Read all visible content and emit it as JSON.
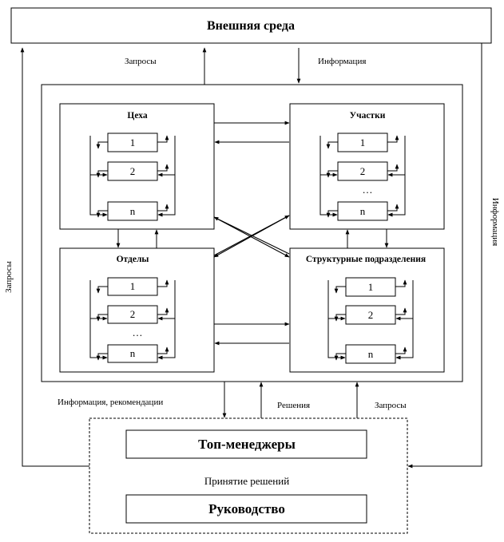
{
  "external": {
    "title": "Внешняя среда"
  },
  "flows": {
    "requests_up": "Запросы",
    "info_down": "Информация",
    "left_side": "Запросы",
    "right_side": "Информация",
    "info_reco": "Информация, рекомендации",
    "decisions": "Решения",
    "requests_bottom": "Запросы"
  },
  "units": {
    "shops": {
      "title": "Цеха",
      "items": [
        "1",
        "2",
        "n"
      ]
    },
    "sections": {
      "title": "Участки",
      "items": [
        "1",
        "2",
        "…",
        "n"
      ]
    },
    "departments": {
      "title": "Отделы",
      "items": [
        "1",
        "2",
        "…",
        "n"
      ]
    },
    "structural": {
      "title": "Структурные подразделения",
      "items": [
        "1",
        "2",
        "n"
      ]
    }
  },
  "management": {
    "top_managers": "Топ-менеджеры",
    "decision_making": "Принятие решений",
    "leadership": "Руководство"
  }
}
